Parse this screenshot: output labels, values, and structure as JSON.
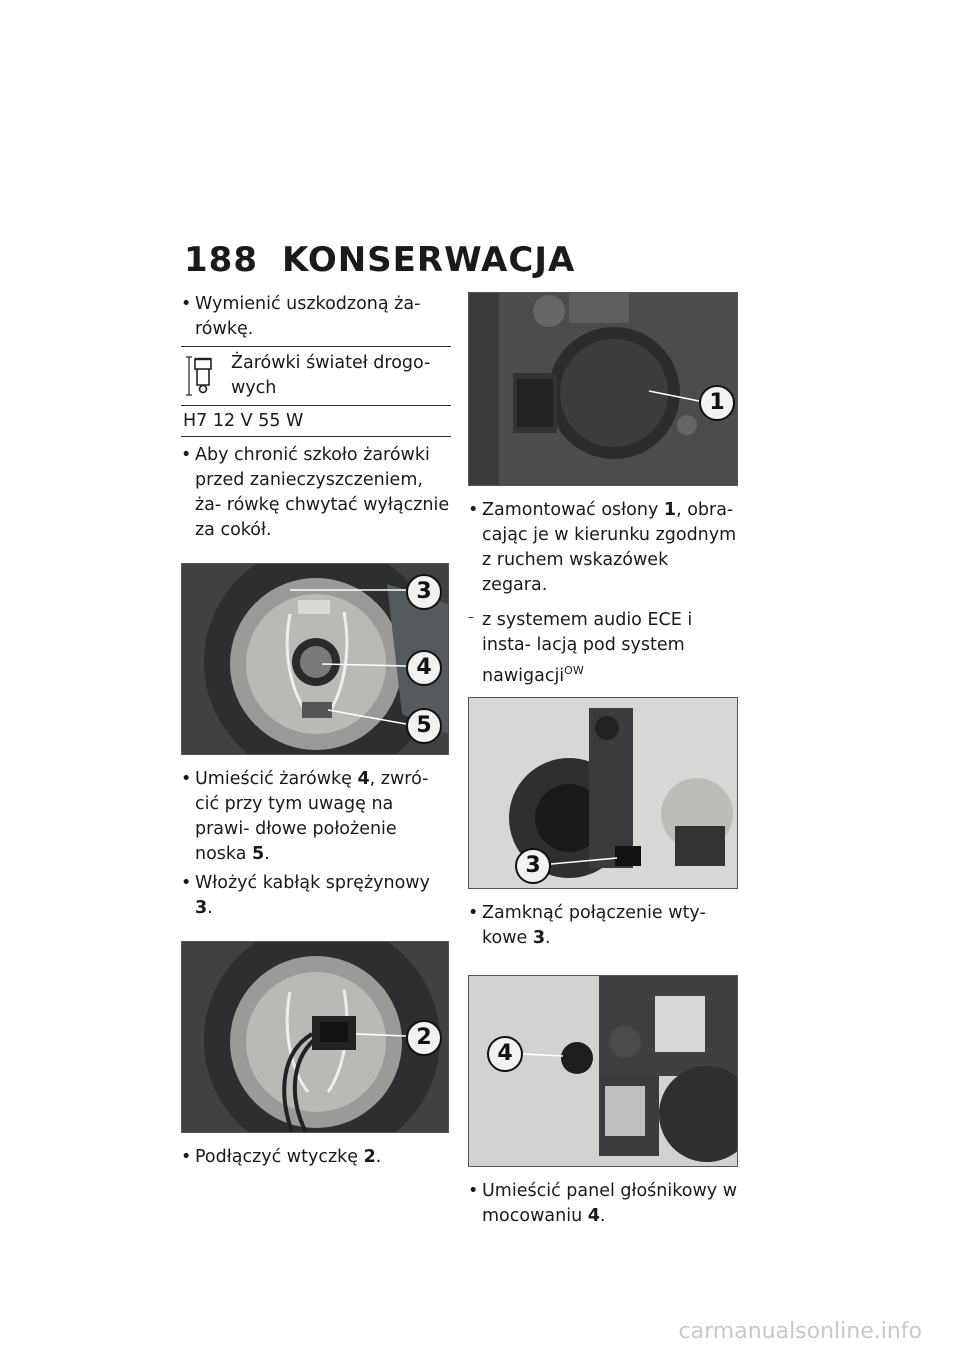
{
  "header": {
    "page_number": "188",
    "section": "KONSERWACJA"
  },
  "left": {
    "b1": "Wymienić uszkodzoną ża- rówkę.",
    "spec_title": "Żarówki świateł drogo- wych",
    "spec_value": "H7 12 V 55 W",
    "b2": "Aby chronić szkoło żarówki przed zanieczyszczeniem, ża- rówkę chwytać wyłącznie za cokół.",
    "b3_text": "Umieścić żarówkę ",
    "b3_num": "4",
    "b3_text2": ", zwró- cić przy tym uwagę na prawi- dłowe położenie noska ",
    "b3_num2": "5",
    "b3_end": ".",
    "b4_text": "Włożyć kabłąk sprężynowy ",
    "b4_num": "3",
    "b4_end": ".",
    "b5_text": "Podłączyć wtyczkę ",
    "b5_num": "2",
    "b5_end": "."
  },
  "right": {
    "b1_text": "Zamontować osłony ",
    "b1_num": "1",
    "b1_text2": ", obra- cając je w kierunku zgodnym z ruchem wskazówek zegara.",
    "d1_text": "z systemem audio ECE i insta- lacją pod system nawigacji",
    "d1_sup": "OW",
    "b2_text": "Zamknąć połączenie wty- kowe ",
    "b2_num": "3",
    "b2_end": ".",
    "b3_text": "Umieścić panel głośnikowy w mocowaniu ",
    "b3_num": "4",
    "b3_end": "."
  },
  "callouts": {
    "c1": "1",
    "c2": "2",
    "c3": "3",
    "c4": "4",
    "c5": "5",
    "c3b": "3",
    "c4b": "4"
  },
  "watermark": "carmanualsonline.info"
}
